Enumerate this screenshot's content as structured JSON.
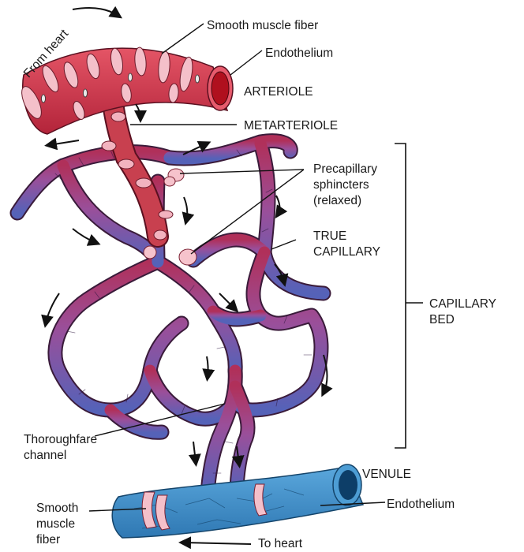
{
  "labels": {
    "from_heart": "From heart",
    "smooth_muscle_fiber_top": "Smooth muscle fiber",
    "endothelium_top": "Endothelium",
    "arteriole": "ARTERIOLE",
    "metarteriole": "METARTERIOLE",
    "precapillary_line1": "Precapillary",
    "precapillary_line2": "sphincters",
    "precapillary_line3": "(relaxed)",
    "true_capillary_line1": "TRUE",
    "true_capillary_line2": "CAPILLARY",
    "capillary_bed_line1": "CAPILLARY",
    "capillary_bed_line2": "BED",
    "thoroughfare_line1": "Thoroughfare",
    "thoroughfare_line2": "channel",
    "venule": "VENULE",
    "endothelium_bottom": "Endothelium",
    "smooth_muscle_bottom_line1": "Smooth",
    "smooth_muscle_bottom_line2": "muscle",
    "smooth_muscle_bottom_line3": "fiber",
    "to_heart": "To heart"
  },
  "colors": {
    "arteriole": "#d23a4c",
    "arteriole_dark": "#8e1424",
    "muscle_fiber": "#f2b3bf",
    "capillary_top": "#a33a72",
    "capillary_bottom": "#5a63b8",
    "venule": "#3f8fc8",
    "venule_dark": "#1d5a8a",
    "arrow": "#111111"
  }
}
